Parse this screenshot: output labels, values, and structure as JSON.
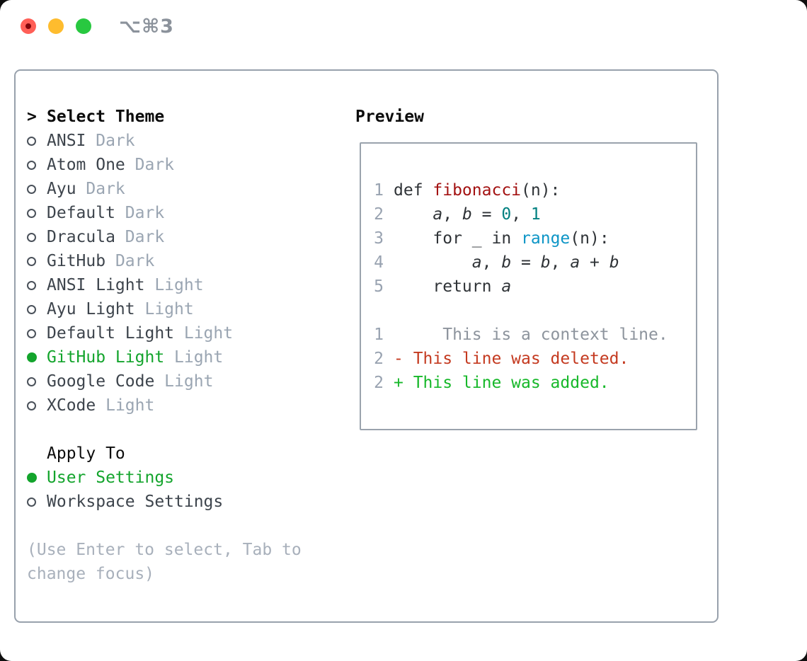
{
  "window": {
    "title": "⌥⌘3"
  },
  "traffic_lights": {
    "close_color": "#ff5f57",
    "close_dot_color": "#80060b",
    "minimize_color": "#febc2e",
    "zoom_color": "#28c840"
  },
  "theme_picker": {
    "header_prefix": ">",
    "header": "Select Theme",
    "items": [
      {
        "name": "ANSI",
        "tag": "Dark",
        "selected": false
      },
      {
        "name": "Atom One",
        "tag": "Dark",
        "selected": false
      },
      {
        "name": "Ayu",
        "tag": "Dark",
        "selected": false
      },
      {
        "name": "Default",
        "tag": "Dark",
        "selected": false
      },
      {
        "name": "Dracula",
        "tag": "Dark",
        "selected": false
      },
      {
        "name": "GitHub",
        "tag": "Dark",
        "selected": false
      },
      {
        "name": "ANSI Light",
        "tag": "Light",
        "selected": false
      },
      {
        "name": "Ayu Light",
        "tag": "Light",
        "selected": false
      },
      {
        "name": "Default Light",
        "tag": "Light",
        "selected": false
      },
      {
        "name": "GitHub Light",
        "tag": "Light",
        "selected": true
      },
      {
        "name": "Google Code",
        "tag": "Light",
        "selected": false
      },
      {
        "name": "XCode",
        "tag": "Light",
        "selected": false
      }
    ],
    "apply_to": {
      "header": "Apply To",
      "options": [
        {
          "name": "User Settings",
          "selected": true
        },
        {
          "name": "Workspace Settings",
          "selected": false
        }
      ]
    },
    "hint": "(Use Enter to select, Tab to change focus)"
  },
  "preview": {
    "header": "Preview",
    "code_lines": [
      {
        "num": "1",
        "tokens": [
          [
            "def ",
            "kw"
          ],
          [
            "fibonacci",
            "fn"
          ],
          [
            "(n):",
            "pl"
          ]
        ]
      },
      {
        "num": "2",
        "tokens": [
          [
            "    ",
            "pl"
          ],
          [
            "a",
            "var"
          ],
          [
            ", ",
            "pl"
          ],
          [
            "b",
            "var"
          ],
          [
            " = ",
            "pl"
          ],
          [
            "0",
            "num"
          ],
          [
            ", ",
            "pl"
          ],
          [
            "1",
            "num"
          ]
        ]
      },
      {
        "num": "3",
        "tokens": [
          [
            "    ",
            "pl"
          ],
          [
            "for",
            "kw"
          ],
          [
            " _ ",
            "pl"
          ],
          [
            "in",
            "kw"
          ],
          [
            " ",
            "pl"
          ],
          [
            "range",
            "bi"
          ],
          [
            "(n):",
            "pl"
          ]
        ]
      },
      {
        "num": "4",
        "tokens": [
          [
            "        ",
            "pl"
          ],
          [
            "a",
            "var"
          ],
          [
            ", ",
            "pl"
          ],
          [
            "b",
            "var"
          ],
          [
            " = ",
            "pl"
          ],
          [
            "b",
            "var"
          ],
          [
            ", ",
            "pl"
          ],
          [
            "a",
            "var"
          ],
          [
            " + ",
            "pl"
          ],
          [
            "b",
            "var"
          ]
        ]
      },
      {
        "num": "5",
        "tokens": [
          [
            "    ",
            "pl"
          ],
          [
            "return",
            "kw"
          ],
          [
            " ",
            "pl"
          ],
          [
            "a",
            "var"
          ]
        ]
      },
      {
        "num": "",
        "tokens": []
      },
      {
        "num": "1",
        "tokens": [
          [
            "     This is a context line.",
            "ctx"
          ]
        ]
      },
      {
        "num": "2",
        "tokens": [
          [
            "- This line was deleted.",
            "del"
          ]
        ]
      },
      {
        "num": "2",
        "tokens": [
          [
            "+ This line was added.",
            "add"
          ]
        ]
      }
    ]
  },
  "colors": {
    "panel_border": "#98a1ac",
    "preview_border": "#9aa3ad",
    "selected_green": "#13a42c",
    "theme_name": "#3d444c",
    "theme_tag": "#9aa5b2",
    "hint_gray": "#a8b0bb",
    "line_number_gray": "#98a2b0",
    "code_default": "#2f3337",
    "code_function_red": "#a31212",
    "code_number_teal": "#008080",
    "code_builtin_blue": "#0d95c6",
    "diff_context_gray": "#8d949d",
    "diff_deleted_red": "#c43a20",
    "diff_added_green": "#17b82a",
    "titlebar_text_gray": "#8b929b"
  }
}
